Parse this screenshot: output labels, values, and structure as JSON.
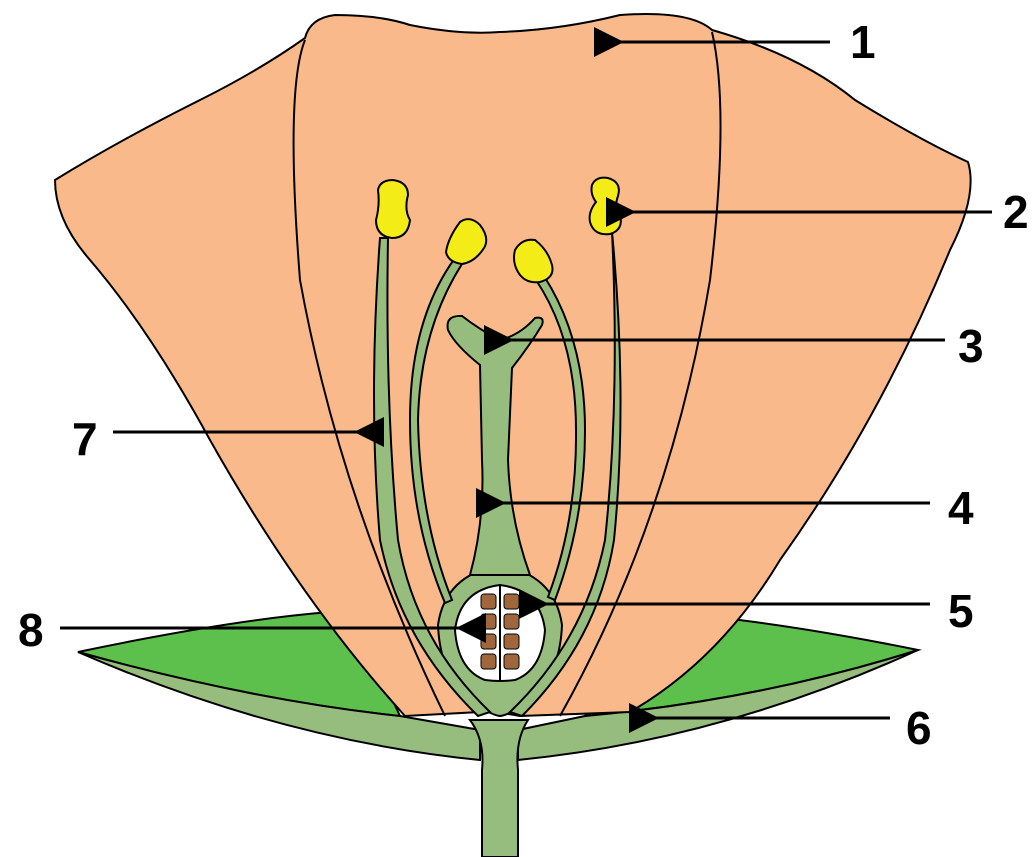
{
  "callouts": [
    {
      "id": "1",
      "label": "1",
      "part": "petal"
    },
    {
      "id": "2",
      "label": "2",
      "part": "anther"
    },
    {
      "id": "3",
      "label": "3",
      "part": "stigma"
    },
    {
      "id": "4",
      "label": "4",
      "part": "style"
    },
    {
      "id": "5",
      "label": "5",
      "part": "ovary"
    },
    {
      "id": "6",
      "label": "6",
      "part": "sepal"
    },
    {
      "id": "7",
      "label": "7",
      "part": "filament"
    },
    {
      "id": "8",
      "label": "8",
      "part": "ovule"
    }
  ],
  "colors": {
    "petal": "#F9B98A",
    "outline": "#000000",
    "stalk": "#97BD7E",
    "sepal": "#5DC04D",
    "anther": "#F3EC17",
    "ovule": "#A0673D",
    "ovary_inner": "#FFFFFF",
    "label": "#000000"
  }
}
